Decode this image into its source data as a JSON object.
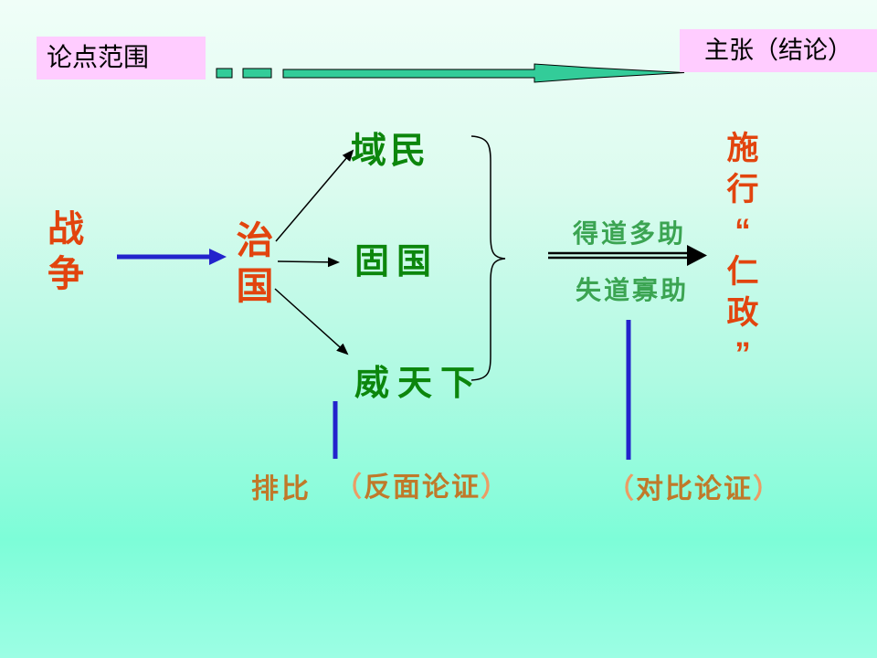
{
  "slide": {
    "topic_box": {
      "label": "论点范围"
    },
    "conclusion_box": {
      "label": "主张（结论）"
    },
    "cause": {
      "label": "战\n争"
    },
    "means": {
      "label": "治\n国"
    },
    "branches": [
      {
        "label": "域民"
      },
      {
        "label": "固国"
      },
      {
        "label": "威天下"
      }
    ],
    "outcomes": {
      "positive": "得道多助",
      "negative": "失道寡助"
    },
    "conclusion_vertical": {
      "label": "施\n行\n“\n仁\n政\n”"
    },
    "annotations": {
      "paibi": "排比",
      "fanmian": {
        "open": "（",
        "text": "反面论证",
        "close": "）"
      },
      "duibi": {
        "open": "（",
        "text": "对比论证",
        "close": "）"
      }
    }
  },
  "colors": {
    "background_top": "#F0FEF8",
    "background_bottom": "#7DFDD8",
    "box_fill": "#FFCCFF",
    "teal_arrow": "#33CC99",
    "red_text": "#E2440E",
    "dark_green_text": "#0C860C",
    "medium_green_text": "#3BA452",
    "orange_text": "#C0792A",
    "paren_orange": "#EC9C64",
    "blue_accent": "#2323CC",
    "line_black": "#000000"
  }
}
